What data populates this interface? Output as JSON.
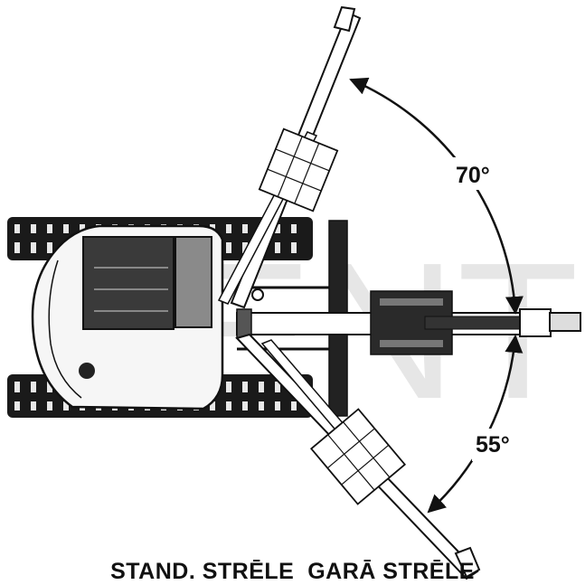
{
  "watermark": "RENT",
  "angles": {
    "upper_label": "70°",
    "lower_label": "55°"
  },
  "caption": {
    "part1": "STAND. STRĒLE",
    "part2": "GARĀ STRĒLE"
  },
  "colors": {
    "line": "#111111",
    "watermark": "#e6e6e6",
    "cab_dark": "#3a3a3a",
    "track": "#1a1a1a"
  }
}
